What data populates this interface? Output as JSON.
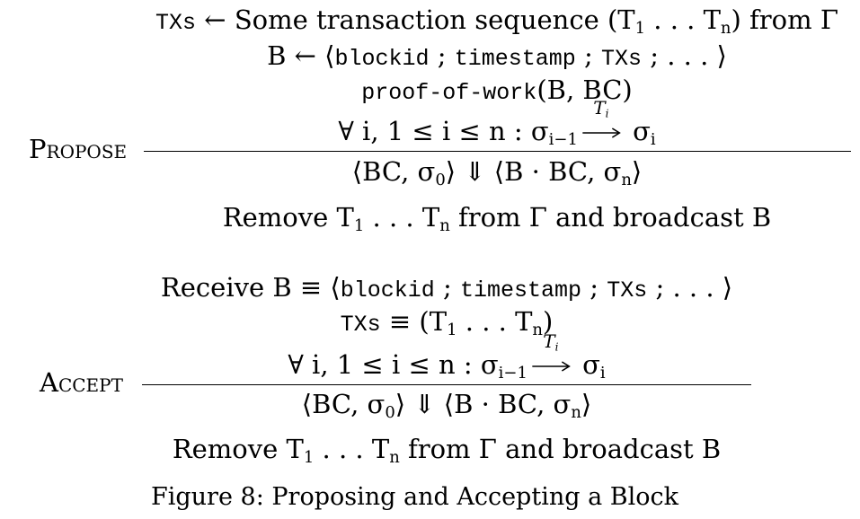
{
  "figure": {
    "caption": "Figure 8: Proposing and Accepting a Block"
  },
  "propose": {
    "rule_name": "Propose",
    "premise1": {
      "mono_txs": "TXs",
      "arrow": "←",
      "text": "Some transaction sequence (T",
      "sub1": "1",
      "dots": " . . . T",
      "subn": "n",
      "tail": ") from Γ"
    },
    "premise2": {
      "lhs": "B ← ⟨",
      "blockid": "blockid",
      "sep1": " ; ",
      "timestamp": "timestamp",
      "sep2": " ; ",
      "txs": "TXs",
      "tail": " ; . . . ⟩"
    },
    "premise3": {
      "pow": "proof-of-work",
      "args": "(B, BC)"
    },
    "premise4": {
      "head": "∀ i, 1 ≤ i ≤ n : σ",
      "sub_im1": "i−1",
      "arrow_label": "T",
      "arrow_sub": "i",
      "tail": " σ",
      "sub_i": "i"
    },
    "conclusion": {
      "left": "⟨BC, σ",
      "sub0": "0",
      "mid": "⟩ ⇓ ⟨B · BC, σ",
      "subn": "n",
      "right": "⟩"
    },
    "side_effect": {
      "pre": "Remove T",
      "sub1": "1",
      "dots": " . . . T",
      "subn": "n",
      "post": " from Γ and broadcast B"
    }
  },
  "accept": {
    "rule_name": "Accept",
    "premise1": {
      "lhs": "Receive B ≡ ⟨",
      "blockid": "blockid",
      "sep1": " ; ",
      "timestamp": "timestamp",
      "sep2": " ; ",
      "txs": "TXs",
      "tail": " ; . . . ⟩"
    },
    "premise2": {
      "mono_txs": "TXs",
      "eq": " ≡ (T",
      "sub1": "1",
      "dots": " . . . T",
      "subn": "n",
      "tail": ")"
    },
    "premise3": {
      "head": "∀ i, 1 ≤ i ≤ n : σ",
      "sub_im1": "i−1",
      "arrow_label": "T",
      "arrow_sub": "i",
      "tail": " σ",
      "sub_i": "i"
    },
    "conclusion": {
      "left": "⟨BC, σ",
      "sub0": "0",
      "mid": "⟩ ⇓ ⟨B · BC, σ",
      "subn": "n",
      "right": "⟩"
    },
    "side_effect": {
      "pre": "Remove T",
      "sub1": "1",
      "dots": " . . . T",
      "subn": "n",
      "post": " from Γ and broadcast B"
    }
  }
}
